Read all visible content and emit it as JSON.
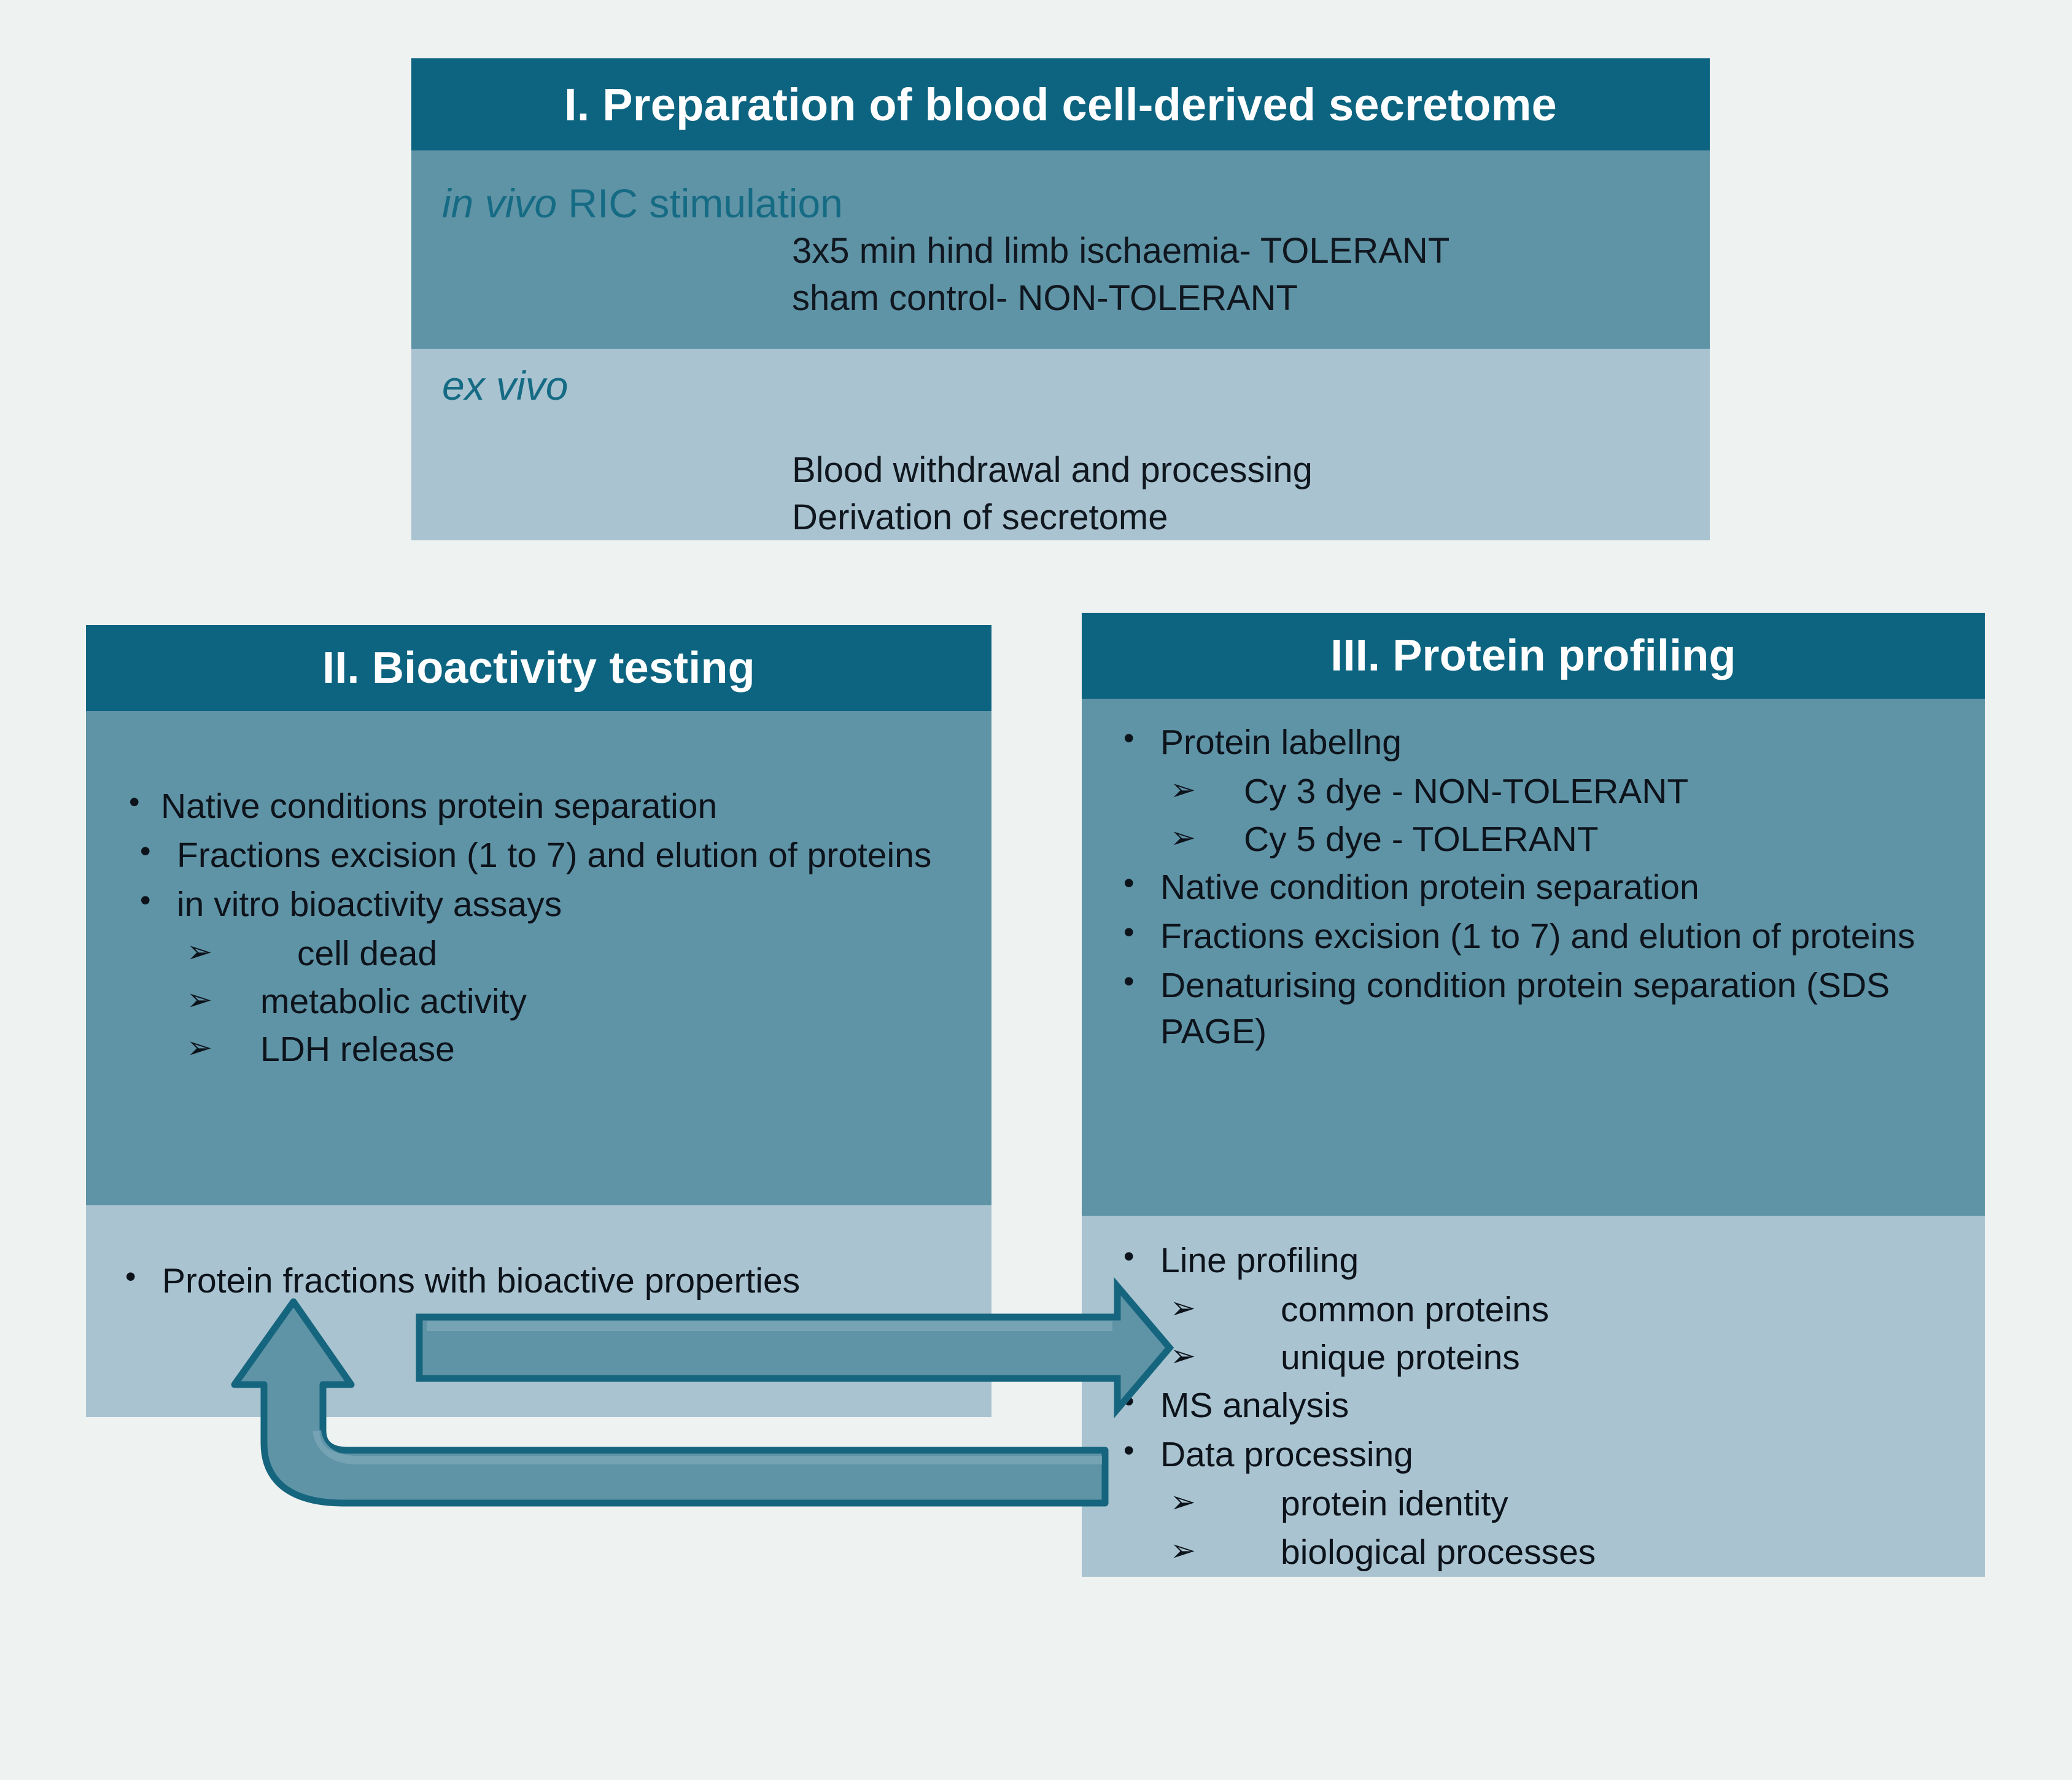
{
  "sections": {
    "one": {
      "title": "I. Preparation of blood cell-derived secretome",
      "in_vivo_label_italic": "in vivo",
      "in_vivo_label_rest": " RIC stimulation",
      "in_vivo_lines": [
        "3x5 min hind limb ischaemia- TOLERANT",
        "sham control- NON-TOLERANT"
      ],
      "ex_vivo_label": "ex vivo",
      "ex_vivo_lines": [
        "Blood withdrawal and processing",
        "Derivation of secretome"
      ]
    },
    "two": {
      "title": "II. Bioactivity testing",
      "items": [
        {
          "text": "Native conditions protein separation",
          "level": 1
        },
        {
          "text": "Fractions excision  (1 to 7) and elution of proteins",
          "level": 1
        },
        {
          "text": "in vitro bioactivity assays",
          "level": 1
        },
        {
          "text": "cell dead",
          "level": 2,
          "indent": "wide"
        },
        {
          "text": "metabolic activity",
          "level": 2
        },
        {
          "text": "LDH release",
          "level": 2
        }
      ],
      "outcome_items": [
        {
          "text": "Protein fractions with bioactive properties",
          "level": 1
        }
      ]
    },
    "three": {
      "title": "III. Protein profiling",
      "items": [
        {
          "text": "Protein labellng",
          "level": 1
        },
        {
          "text": "Cy 3 dye - NON-TOLERANT",
          "level": 2
        },
        {
          "text": "Cy 5 dye - TOLERANT",
          "level": 2
        },
        {
          "text": "Native condition protein separation",
          "level": 1
        },
        {
          "text": "Fractions excision (1 to 7) and elution of proteins",
          "level": 1
        },
        {
          "text": "Denaturising condition protein separation (SDS PAGE)",
          "level": 1
        }
      ],
      "outcome_items": [
        {
          "text": "Line profiling",
          "level": 1
        },
        {
          "text": "common proteins",
          "level": 2,
          "indent": "wide"
        },
        {
          "text": "unique proteins",
          "level": 2,
          "indent": "wide"
        },
        {
          "text": "MS analysis",
          "level": 1
        },
        {
          "text": "Data processing",
          "level": 1
        },
        {
          "text": "protein identity",
          "level": 2,
          "indent": "wide"
        },
        {
          "text": "biological processes",
          "level": 2,
          "indent": "wide"
        }
      ]
    }
  },
  "connectors": {
    "forward_arrow": "arrow-right-bioactivity-to-profiling",
    "feedback_arrow": "arrow-curved-profiling-to-bioactivity"
  },
  "colors": {
    "background": "#eef2f1",
    "header_dark_teal": "#0d6480",
    "band_mid_teal": "#5f93a6",
    "band_light_blue": "#a9c3d0",
    "accent_label_teal": "#166b84",
    "arrow_fill": "#5f93a6",
    "arrow_stroke": "#16657e",
    "text_dark": "#0d131b",
    "header_text": "#ffffff"
  },
  "icons": {
    "bullet": "•",
    "sub_bullet": "➢"
  }
}
